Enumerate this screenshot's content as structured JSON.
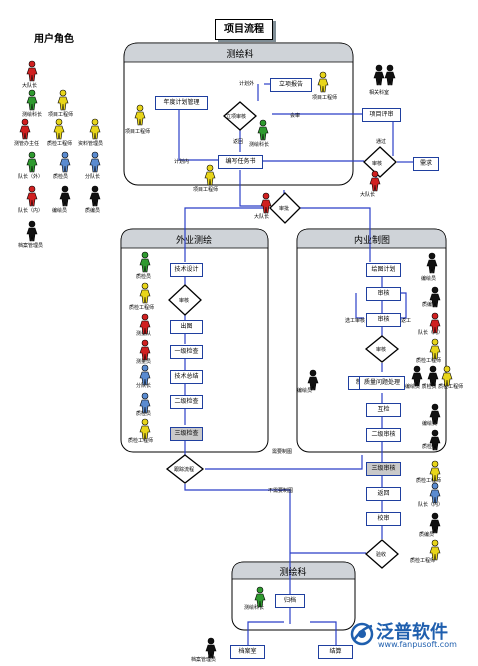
{
  "colors": {
    "line": "#2b3fc7",
    "box_border": "#1f3f9f",
    "lane_fill": "#ffffff",
    "lane_header": "#cfd3d8",
    "brand_blue": "#1f5fae",
    "person_red": "#d02020",
    "person_green": "#2f9a2f",
    "person_yellow": "#e8d51a",
    "person_blue": "#5a8bd0"
  },
  "title": "项目流程",
  "legend": {
    "title": "用户角色",
    "items": [
      {
        "label": "大队长",
        "color": "red"
      },
      {
        "label": "测绘科长",
        "color": "green"
      },
      {
        "label": "项目工程师",
        "color": "yellow"
      },
      {
        "label": "测管办主任",
        "color": "red"
      },
      {
        "label": "质检工程师",
        "color": "yellow"
      },
      {
        "label": "资料管理员",
        "color": "yellow"
      },
      {
        "label": "队长（外）",
        "color": "green"
      },
      {
        "label": "质检员",
        "color": "blue"
      },
      {
        "label": "分队长",
        "color": "blue"
      },
      {
        "label": "队长（内）",
        "color": "red"
      },
      {
        "label": "编绘员",
        "color": "dark"
      },
      {
        "label": "质编员",
        "color": "dark"
      },
      {
        "label": "档案管理员",
        "color": "dark"
      }
    ]
  },
  "lanes": {
    "top": "测绘科",
    "field": "外业测绘",
    "office": "内业制图",
    "bottom": "测绘科"
  },
  "top": {
    "nodes": {
      "plan_manage": "年度计划管理",
      "plan_report": "立项报告",
      "audit": "立项审核",
      "task": "编写任务书",
      "project_review": "项目评审",
      "review_diamond": "审核",
      "report_out": "需求"
    },
    "labels": {
      "plan_a": "计划外",
      "plan_b": "计划内",
      "back": "返回",
      "meeting": "会审",
      "pass": "通过",
      "engineer_left": "项目工程师",
      "engineer_right": "项目工程师",
      "head": "测绘科长",
      "related": "相关科室",
      "engineer_task": "项目工程师",
      "captain_bottom": "大队长"
    }
  },
  "middle": {
    "approve": "审批",
    "captain": "大队长"
  },
  "field": {
    "nodes": [
      "技术设计",
      "审核",
      "出图",
      "一级检查",
      "技术总结",
      "二级检查",
      "三级检查",
      "跟踪流程"
    ],
    "people": [
      "质检员",
      "质检工程师",
      "测量队",
      "测量员",
      "分队长",
      "质检员",
      "质检工程师"
    ]
  },
  "office": {
    "nodes": [
      "绘图计划",
      "审核",
      "审核",
      "审核",
      "制图",
      "质量问题处理",
      "互检",
      "二级审核",
      "三级审核",
      "返回",
      "校审",
      "验收"
    ],
    "labels": {
      "ok1": "选工审核",
      "ok2": "返工",
      "edit_staff": "编绘员",
      "quality_staff": "质编员",
      "qa_left": "编绘员",
      "qa_eng": "质检工程师",
      "team_in": "队长（内）",
      "editor2": "编绘员",
      "qa_staff": "质检员",
      "chief": "质检工程师",
      "head_in": "队长（内）",
      "editor3": "质编员",
      "qa2": "质检工程师",
      "editor_row": "编绘员 质检员 质检工程师",
      "editor_right": "编绘员"
    }
  },
  "flow_labels": {
    "need_map": "需要制图",
    "no_need_map": "不需要制图"
  },
  "bottom": {
    "nodes": [
      "归档",
      "档案室",
      "结算"
    ],
    "head": "测绘科长",
    "archivist": "档案管理员"
  },
  "brand": {
    "name": "泛普软件",
    "url": "www.fanpusoft.com"
  }
}
